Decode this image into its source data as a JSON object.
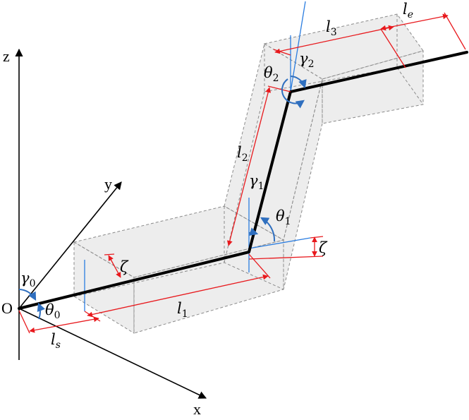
{
  "axes": {
    "z": "z",
    "y": "y",
    "x": "x",
    "origin": "O"
  },
  "labels": {
    "l_s": {
      "base": "l",
      "sub": "s"
    },
    "l_1": {
      "base": "l",
      "sub": "1"
    },
    "l_2": {
      "base": "l",
      "sub": "2"
    },
    "l_3": {
      "base": "l",
      "sub": "3"
    },
    "l_e": {
      "base": "l",
      "sub": "e"
    },
    "theta_0": {
      "base": "θ",
      "sub": "0"
    },
    "theta_1": {
      "base": "θ",
      "sub": "1"
    },
    "theta_2": {
      "base": "θ",
      "sub": "2"
    },
    "gamma_0": {
      "base": "γ",
      "sub": "0"
    },
    "gamma_1": {
      "base": "γ",
      "sub": "1"
    },
    "gamma_2": {
      "base": "γ",
      "sub": "2"
    },
    "zeta_a": "ζ",
    "zeta_b": "ζ"
  },
  "colors": {
    "link": "#000000",
    "dimension": "#e8191d",
    "angle_ref": "#2b7de0",
    "angle_arc": "#2f6fbf",
    "box_edge": "#8a8a8a",
    "box_fill": "#d6d6d6"
  }
}
